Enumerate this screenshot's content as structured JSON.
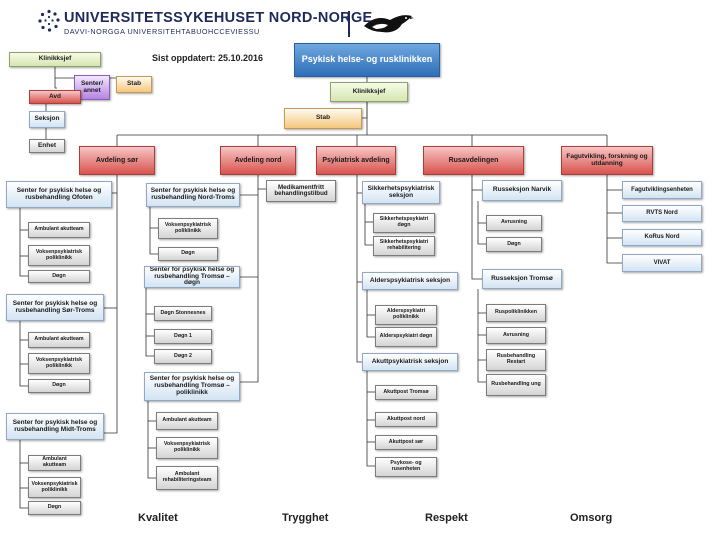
{
  "header": {
    "org_name": "UNIVERSITETSSYKEHUSET NORD-NORGE",
    "org_name_sami": "DAVVI-NORGGA UNIVERSITEHTABUOHCCEVIESSU",
    "updated": "Sist oppdatert: 25.10.2016"
  },
  "legend": {
    "klinikksjef": "Klinikksjef",
    "senter": "Senter/ annet",
    "stab": "Stab",
    "avd": "Avd",
    "seksjon": "Seksjon",
    "enhet": "Enhet"
  },
  "top": {
    "title": "Psykisk helse- og rusklinikken",
    "klinikksjef": "Klinikksjef",
    "stab": "Stab"
  },
  "departments": {
    "sor": "Avdeling sør",
    "nord": "Avdeling nord",
    "psyk": "Psykiatrisk avdeling",
    "rus": "Rusavdelingen",
    "fag": "Fagutvikling, forskning og utdanning"
  },
  "sor": {
    "ofoten": {
      "title": "Senter for psykisk helse og rusbehandling Ofoten",
      "units": [
        "Ambulant akutteam",
        "Voksenpsykiatrisk poliklinikk",
        "Døgn"
      ]
    },
    "sortroms": {
      "title": "Senter for psykisk helse og rusbehandling Sør-Troms",
      "units": [
        "Ambulant akutteam",
        "Voksenpsykiatrisk poliklinikk",
        "Døgn"
      ]
    },
    "midttroms": {
      "title": "Senter for psykisk helse og rusbehandling Midt-Troms",
      "units": [
        "Ambulant akutteam",
        "Voksenpsykiatrisk poliklinikk",
        "Døgn"
      ]
    }
  },
  "nord": {
    "nordtroms": {
      "title": "Senter for psykisk helse og rusbehandling Nord-Troms",
      "units": [
        "Voksenpsykiatrisk poliklinikk",
        "Døgn"
      ]
    },
    "tromsodogn": {
      "title": "Senter for psykisk helse og rusbehandling Tromsø – døgn",
      "units": [
        "Døgn Stonnesnes",
        "Døgn 1",
        "Døgn 2"
      ]
    },
    "tromsopol": {
      "title": "Senter for psykisk helse og rusbehandling Tromsø – poliklinikk",
      "units": [
        "Ambulant akutteam",
        "Voksenpsykiatrisk poliklinikk",
        "Ambulant rehabiliteringsteam"
      ]
    },
    "medikament": "Medikamentfritt behandlingstilbud"
  },
  "psyk": {
    "sikkerhet": {
      "title": "Sikkerhetspsykiatrisk seksjon",
      "units": [
        "Sikkerhetspsykiatri døgn",
        "Sikkerhetspsykiatri rehabilitering"
      ]
    },
    "alder": {
      "title": "Alderspsykiatrisk seksjon",
      "units": [
        "Alderspsykiatri poliklinikk",
        "Alderspsykiatri døgn"
      ]
    },
    "akutt": {
      "title": "Akuttpsykiatrisk seksjon",
      "units": [
        "Akuttpost Tromsø",
        "Akuttpost nord",
        "Akuttpost sør",
        "Psykose- og rusenheten"
      ]
    }
  },
  "rus": {
    "narvik": {
      "title": "Russeksjon Narvik",
      "units": [
        "Avrusning",
        "Døgn"
      ]
    },
    "tromso": {
      "title": "Russeksjon Tromsø",
      "units": [
        "Ruspoliklinikken",
        "Avrusning",
        "Rusbehandling Restart",
        "Rusbehandling ung"
      ]
    }
  },
  "fag": {
    "units": [
      "Fagutviklingsenheten",
      "RVTS Nord",
      "KoRus Nord",
      "VIVAT"
    ]
  },
  "values": [
    "Kvalitet",
    "Trygghet",
    "Respekt",
    "Omsorg"
  ],
  "colors": {
    "brand_navy": "#1d2a5a",
    "top_blue": "#2f6fb7",
    "dept_red": "#d9534d",
    "line": "#333333"
  }
}
